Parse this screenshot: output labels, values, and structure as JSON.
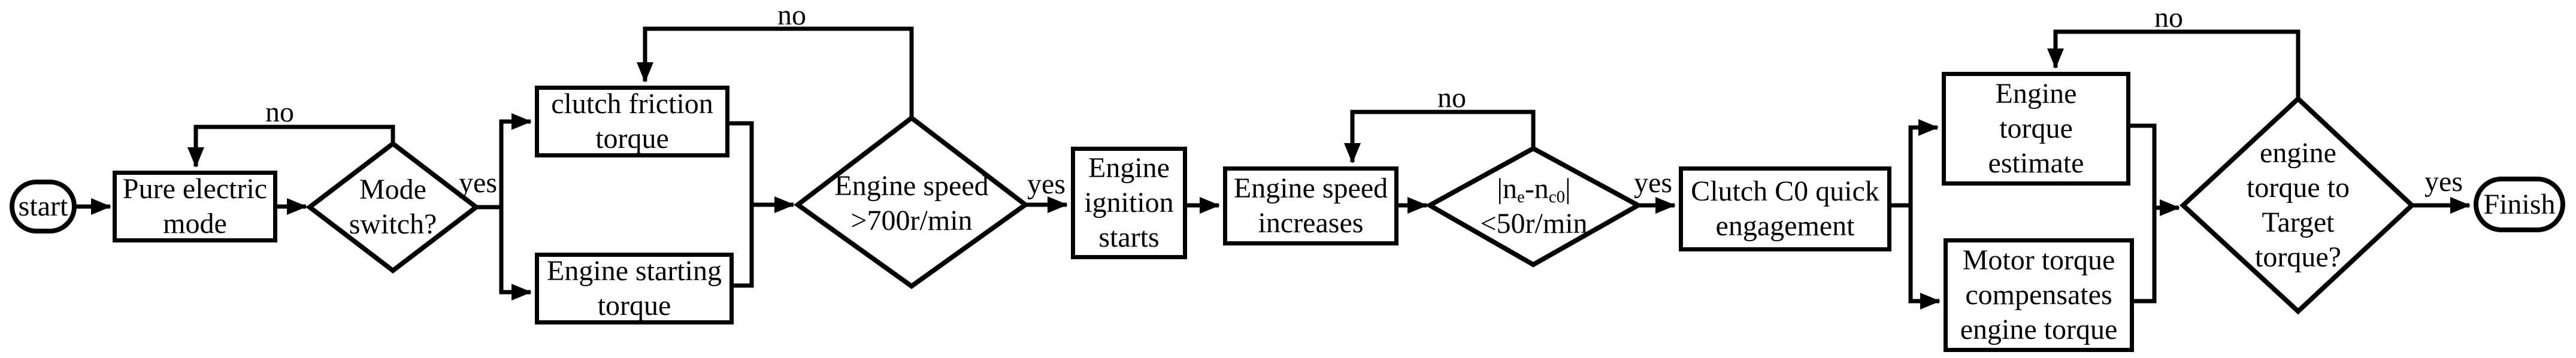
{
  "colors": {
    "line": "#000000",
    "node_fill": "#ffffff",
    "background": "#ffffff",
    "text": "#000000"
  },
  "nodes": {
    "start": {
      "label": "start"
    },
    "pure_electric": {
      "lines": [
        "Pure electric",
        "mode"
      ]
    },
    "mode_switch": {
      "lines": [
        "Mode",
        "switch?"
      ]
    },
    "clutch_friction": {
      "lines": [
        "clutch friction",
        "torque"
      ]
    },
    "engine_starting": {
      "lines": [
        "Engine starting",
        "torque"
      ]
    },
    "engine_speed": {
      "lines": [
        "Engine speed",
        ">700r/min"
      ]
    },
    "engine_ignition": {
      "lines": [
        "Engine",
        "ignition",
        "starts"
      ]
    },
    "speed_increases": {
      "lines": [
        "Engine speed",
        "increases"
      ]
    },
    "speed_diff": {
      "l1_pre": "|n",
      "l1_sub1": "e",
      "l1_mid": "-n",
      "l1_sub2": "c0",
      "l1_post": "|",
      "l2": "<50r/min"
    },
    "clutch_c0": {
      "lines": [
        "Clutch C0 quick",
        "engagement"
      ]
    },
    "torque_estimate": {
      "lines": [
        "Engine",
        "torque",
        "estimate"
      ]
    },
    "motor_compensates": {
      "lines": [
        "Motor torque",
        "compensates",
        "engine torque"
      ]
    },
    "target_torque": {
      "lines": [
        "engine",
        "torque to",
        "Target",
        "torque?"
      ]
    },
    "finish": {
      "label": "Finish"
    }
  },
  "edges": {
    "mode_switch_no": "no",
    "mode_switch_yes": "yes",
    "engine_speed_no": "no",
    "engine_speed_yes": "yes",
    "speed_diff_no": "no",
    "speed_diff_yes": "yes",
    "target_torque_no": "no",
    "target_torque_yes": "yes"
  }
}
